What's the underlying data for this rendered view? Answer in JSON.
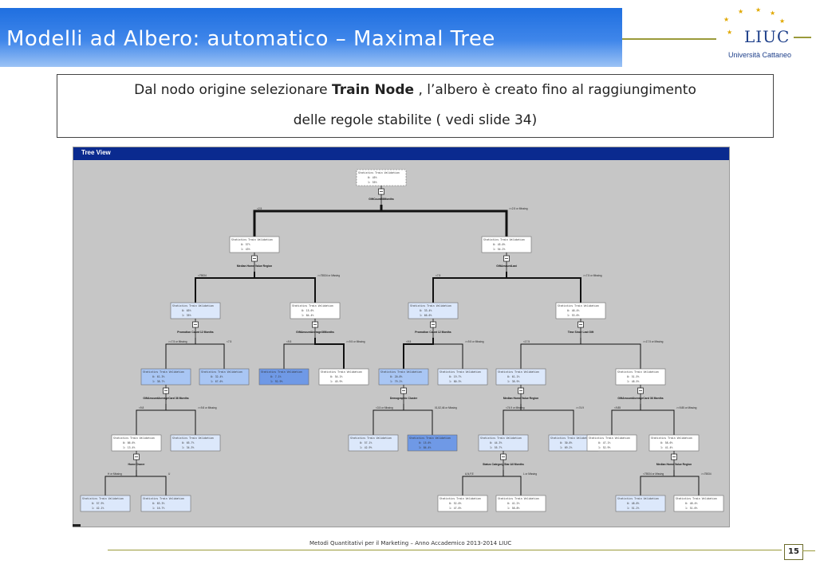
{
  "slide": {
    "title": "Modelli ad Albero: automatico – Maximal Tree",
    "instruction_pre": "Dal nodo origine selezionare ",
    "instruction_bold": "Train Node",
    "instruction_post": " , l’albero è creato fino al raggiungimento",
    "instruction_line2": "delle regole stabilite  ( vedi slide 34)",
    "footer": "Metodi Quantitativi per il Marketing – Anno Accademico 2013-2014 LIUC",
    "page_number": "15"
  },
  "logo": {
    "name": "LIUC",
    "subtitle": "Università Cattaneo"
  },
  "window": {
    "title": "Tree View"
  },
  "tree": {
    "header": "Statistics  Train  Validation",
    "nodes": [
      {
        "id": "root",
        "shade": "white",
        "r1": "0:   45%   ",
        "r2": "1:   55%   ",
        "dashed": true
      },
      {
        "id": "L1",
        "shade": "white",
        "r1": "0:   57%   ",
        "r2": "1:   43%   "
      },
      {
        "id": "R1",
        "shade": "white",
        "r1": "0:  45.0%  ",
        "r2": "1:  54.2%  "
      },
      {
        "id": "LL2",
        "shade": "light",
        "r1": "0:  65%   ",
        "r2": "1:  35%   "
      },
      {
        "id": "LR2",
        "shade": "white",
        "r1": "0:  15.6%  ",
        "r2": "1:  84.4%  "
      },
      {
        "id": "RL2",
        "shade": "light",
        "r1": "0:  33.4%  ",
        "r2": "1:  66.6%  "
      },
      {
        "id": "RR2",
        "shade": "white",
        "r1": "0:  46.4%  ",
        "r2": "1:  53.6%  "
      },
      {
        "id": "a3",
        "shade": "mid",
        "r1": "0:  61.3%  ",
        "r2": "1:  38.7%  "
      },
      {
        "id": "b3",
        "shade": "mid",
        "r1": "0:  32.4%  ",
        "r2": "1:  67.6%  "
      },
      {
        "id": "c3",
        "shade": "dark",
        "r1": "0:   7.1%  ",
        "r2": "1:  92.9%  "
      },
      {
        "id": "d3",
        "shade": "white",
        "r1": "0:  54.1%  ",
        "r2": "1:  45.9%  "
      },
      {
        "id": "e3",
        "shade": "mid",
        "r1": "0:  20.8%  ",
        "r2": "1:  79.2%  "
      },
      {
        "id": "f3",
        "shade": "light",
        "r1": "0:  19.7%  ",
        "r2": "1:  80.3%  "
      },
      {
        "id": "g3",
        "shade": "light",
        "r1": "0:  61.1%  ",
        "r2": "1:  38.9%  "
      },
      {
        "id": "h3",
        "shade": "white",
        "r1": "0:  51.5%  ",
        "r2": "1:  48.5%  "
      },
      {
        "id": "a4",
        "shade": "white",
        "r1": "0:  86.6%  ",
        "r2": "1:  13.4%  "
      },
      {
        "id": "b4",
        "shade": "light",
        "r1": "0:  65.7%  ",
        "r2": "1:  34.3%  "
      },
      {
        "id": "c4",
        "shade": "light",
        "r1": "0:  57.1%  ",
        "r2": "1:  42.9%  "
      },
      {
        "id": "d4",
        "shade": "dark",
        "r1": "0:  15.6%  ",
        "r2": "1:  84.4%  "
      },
      {
        "id": "e4",
        "shade": "light",
        "r1": "0:  44.3%  ",
        "r2": "1:  55.7%  "
      },
      {
        "id": "f4",
        "shade": "light",
        "r1": "0:  30.8%  ",
        "r2": "1:  69.2%  "
      },
      {
        "id": "g4",
        "shade": "white",
        "r1": "0:  47.1%  ",
        "r2": "1:  52.9%  "
      },
      {
        "id": "h4",
        "shade": "white",
        "r1": "0:  58.6%  ",
        "r2": "1:  41.4%  "
      },
      {
        "id": "a5",
        "shade": "light",
        "r1": "0:  57.9%  ",
        "r2": "1:  42.1%  "
      },
      {
        "id": "b5",
        "shade": "light",
        "r1": "0:  83.3%  ",
        "r2": "1:  16.7%  "
      },
      {
        "id": "c5",
        "shade": "white",
        "r1": "0:  52.0%  ",
        "r2": "1:  47.6%  "
      },
      {
        "id": "d5",
        "shade": "white",
        "r1": "0:  41.2%  ",
        "r2": "1:  58.8%  "
      },
      {
        "id": "e5",
        "shade": "light",
        "r1": "0:  48.8%  ",
        "r2": "1:  51.2%  "
      },
      {
        "id": "f5",
        "shade": "white",
        "r1": "0:  48.4%  ",
        "r2": "1:  51.6%  "
      }
    ],
    "split_labels": {
      "root": "GiftCount36Months",
      "L1": "Median Home Value Region",
      "R1": "GiftAmountLast",
      "LL2": "Promotion Count 12 Months",
      "LR2": "GiftAmountAverage36Months",
      "RL2": "Promotion Count 12 Months",
      "RR2": "Time Since Last Gift",
      "a3": "GiftAmountAverageCard 36 Months",
      "e3": "Demographic Cluster",
      "g3": "Median Home Value Region",
      "h3": "GiftAmountAverageCard 36 Months",
      "a4": "Home Owner",
      "e4": "Status Category Star All Months",
      "h4": "Median Home Value Region"
    },
    "branch_labels": {
      "L1": "<2.5",
      "R1": ">=2.5 or Missing",
      "LL2": "<75534",
      "LR2": ">=75534 or Missing",
      "RL2": "<7.5",
      "RR2": ">=7.5 or Missing",
      "a3": ">=7.5 or Missing",
      "b3": "<7.5",
      "c3": "<9.5",
      "d3": ">=9.5 or Missing",
      "e3": "<9.5",
      "f3": ">=9.5 or Missing",
      "g3": "<17.5",
      "h3": ">=17.5 or Missing",
      "a4": "<9.8",
      "b4": ">=9.8 or Missing",
      "c4": "<3.5 or Missing",
      "d4": "01,52,46 or Missing",
      "e4": "<74.9 or Missing",
      "f4": ">=74.9",
      "g4": "<9.85",
      "h4": ">=9.85 or Missing",
      "a5": "H or Missing",
      "b5": "U",
      "c5": "A,N,F,E",
      "d5": "L or Missing",
      "e5": "<75534 or Missing",
      "f5": ">=75534"
    }
  }
}
